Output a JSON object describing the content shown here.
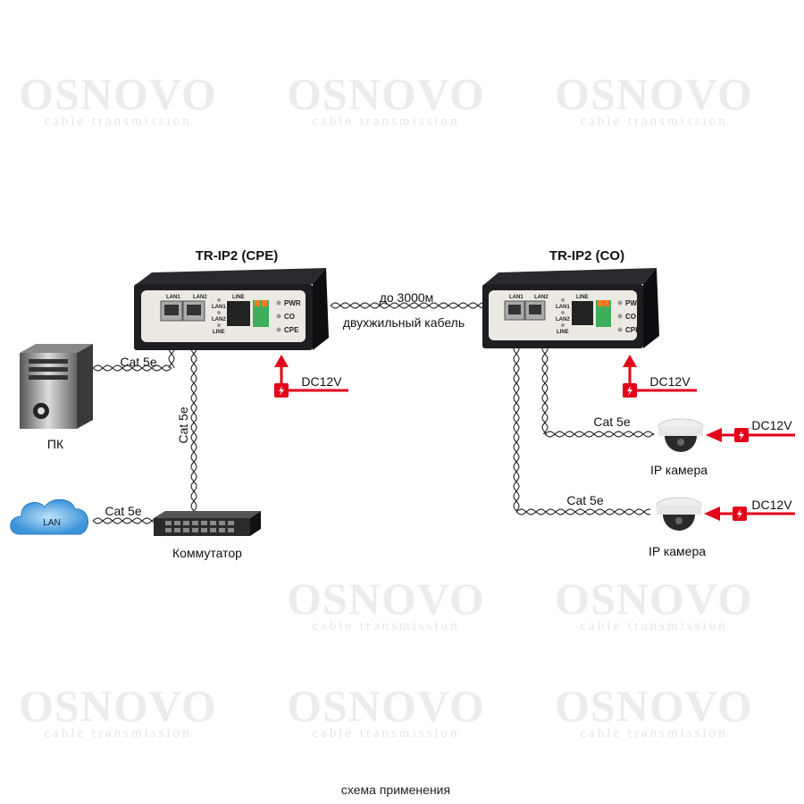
{
  "watermark": {
    "brand": "OSNOVO",
    "tagline": "cable transmission"
  },
  "devices": {
    "cpe": {
      "title": "TR-IP2 (CPE)",
      "ports": [
        "LAN1",
        "LAN2",
        "LINE"
      ],
      "indicators": [
        "LAN1",
        "LAN2",
        "LINE"
      ],
      "leds": [
        "PWR",
        "CO",
        "CPE"
      ]
    },
    "co": {
      "title": "TR-IP2 (CO)",
      "ports": [
        "LAN1",
        "LAN2",
        "LINE"
      ],
      "indicators": [
        "LAN1",
        "LAN2",
        "LINE"
      ],
      "leds": [
        "PWR",
        "CO",
        "CPE"
      ]
    }
  },
  "line": {
    "distance": "до 3000м",
    "cable": "двухжильный кабель"
  },
  "power": {
    "label": "DC12V"
  },
  "cables": {
    "cat": "Cat 5e"
  },
  "nodes": {
    "pc": "ПК",
    "lan": "LAN",
    "switch": "Коммутатор",
    "camera1": "IP камера",
    "camera2": "IP камера"
  },
  "caption": "схема применения",
  "colors": {
    "power": "#e3001b",
    "device": "#1e1e22",
    "panel": "#ece9e2"
  }
}
